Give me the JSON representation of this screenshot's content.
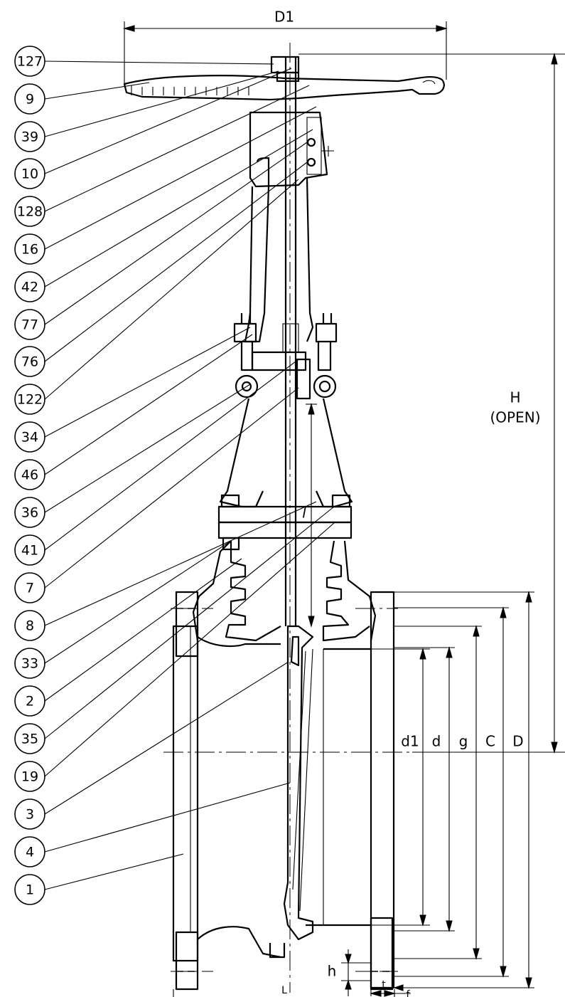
{
  "callouts": [
    "127",
    "9",
    "39",
    "10",
    "128",
    "16",
    "42",
    "77",
    "76",
    "122",
    "34",
    "46",
    "36",
    "41",
    "7",
    "8",
    "33",
    "2",
    "35",
    "19",
    "3",
    "4",
    "1"
  ],
  "dimensions": {
    "D1": "D1",
    "H": "H",
    "H_note": "(OPEN)",
    "l": "l",
    "d1": "d1",
    "d": "d",
    "g": "g",
    "C": "C",
    "D": "D",
    "h": "h",
    "f": "f",
    "t": "t",
    "L": "L"
  }
}
